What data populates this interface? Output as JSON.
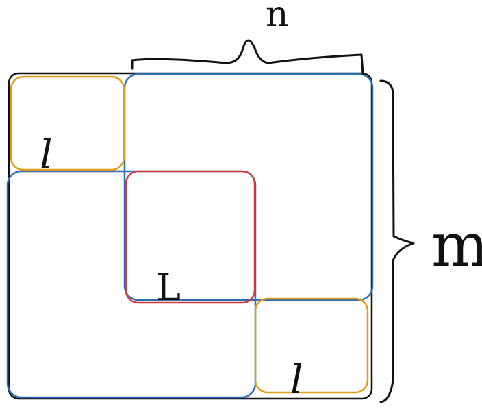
{
  "labels": {
    "n": "n",
    "m": "m",
    "l_top": "l",
    "L_center": "L",
    "l_bottom": "l"
  },
  "colors": {
    "ink": "#111111",
    "blue": "#2a6fb5",
    "orange": "#e39a18",
    "red": "#d43a3a"
  }
}
